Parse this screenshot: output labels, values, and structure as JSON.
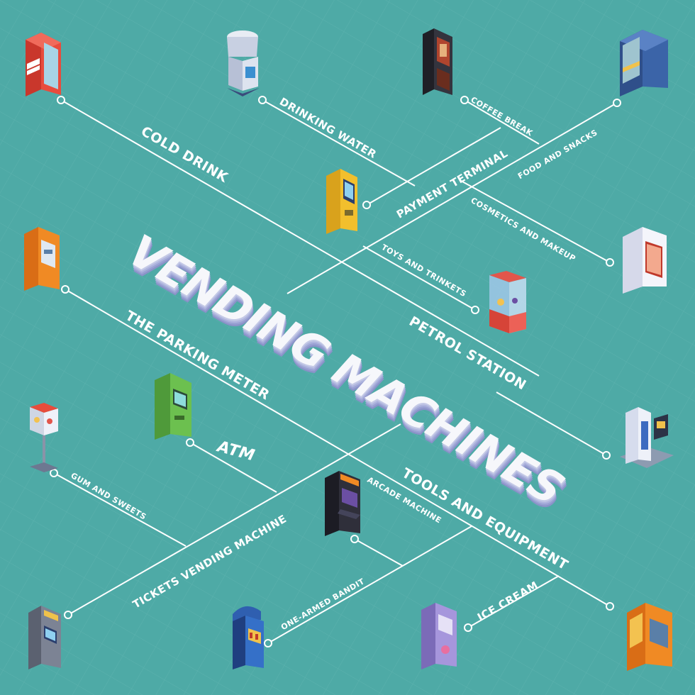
{
  "title": "VENDING MACHINES",
  "items": {
    "cold_drink": "COLD DRINK",
    "drinking_water": "DRINKING WATER",
    "coffee_break": "COFFEE BREAK",
    "food_and_snacks": "FOOD AND SNACKS",
    "payment_terminal": "PAYMENT TERMINAL",
    "cosmetics_and_makeup": "COSMETICS AND MAKEUP",
    "toys_and_trinkets": "TOYS AND TRINKETS",
    "petrol_station": "PETROL STATION",
    "the_parking_meter": "THE PARKING METER",
    "atm": "ATM",
    "gum_and_sweets": "GUM AND SWEETS",
    "tickets_vending_machine": "TICKETS VENDING MACHINE",
    "arcade_machine": "ARCADE MACHINE",
    "tools_and_equipment": "TOOLS AND EQUIPMENT",
    "one_armed_bandit": "ONE-ARMED BANDIT",
    "ice_cream": "ICE CREAM"
  },
  "colors": {
    "background": "#4eaaa6",
    "line": "#ffffff",
    "title_face": "#f6f7fb",
    "title_side": "#9aa1d3"
  }
}
